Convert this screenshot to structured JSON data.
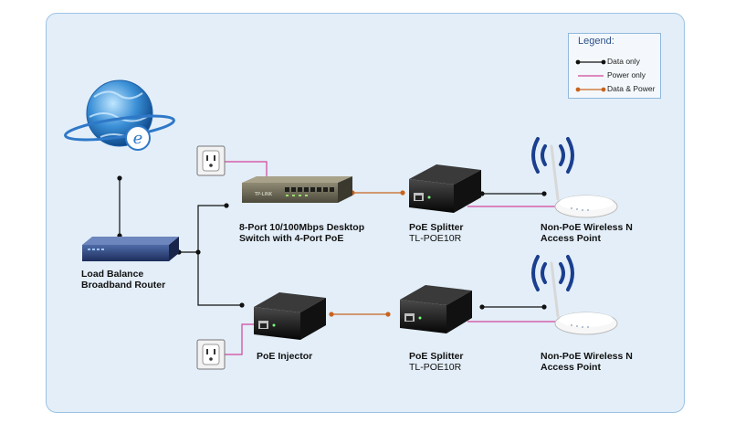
{
  "legend": {
    "title": "Legend:",
    "items": [
      {
        "label": "Data only",
        "color": "#111111"
      },
      {
        "label": "Power only",
        "color": "#d1449a"
      },
      {
        "label": "Data & Power",
        "color": "#c8641f"
      }
    ]
  },
  "devices": {
    "router": {
      "line1": "Load Balance",
      "line2": "Broadband Router"
    },
    "switch": {
      "line1": "8-Port 10/100Mbps Desktop",
      "line2": "Switch with 4-Port PoE",
      "brand": "TP-LINK"
    },
    "splitter_top": {
      "line1": "PoE Splitter",
      "line2": "TL-POE10R"
    },
    "ap_top": {
      "line1": "Non-PoE Wireless N",
      "line2": "Access Point"
    },
    "injector": {
      "line1": "PoE Injector"
    },
    "splitter_bottom": {
      "line1": "PoE Splitter",
      "line2": "TL-POE10R"
    },
    "ap_bottom": {
      "line1": "Non-PoE Wireless N",
      "line2": "Access Point"
    }
  },
  "colors": {
    "panel_bg": "#e3eef8",
    "panel_border": "#9cc3e4",
    "data_line": "#111111",
    "power_line": "#d1449a",
    "data_power_line": "#c8641f"
  },
  "icons": [
    "internet-globe-icon",
    "power-outlet-icon",
    "router-icon",
    "switch-icon",
    "poe-splitter-icon",
    "poe-injector-icon",
    "wireless-access-point-icon",
    "wifi-signal-icon"
  ]
}
